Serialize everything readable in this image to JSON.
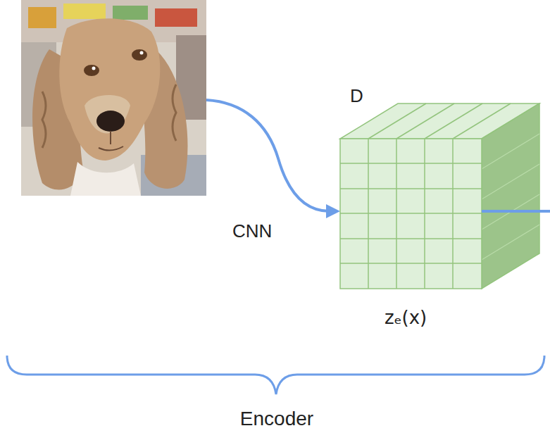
{
  "diagram": {
    "labels": [
      "D",
      "CNN",
      "zₑ(x)",
      "Encoder"
    ]
  }
}
